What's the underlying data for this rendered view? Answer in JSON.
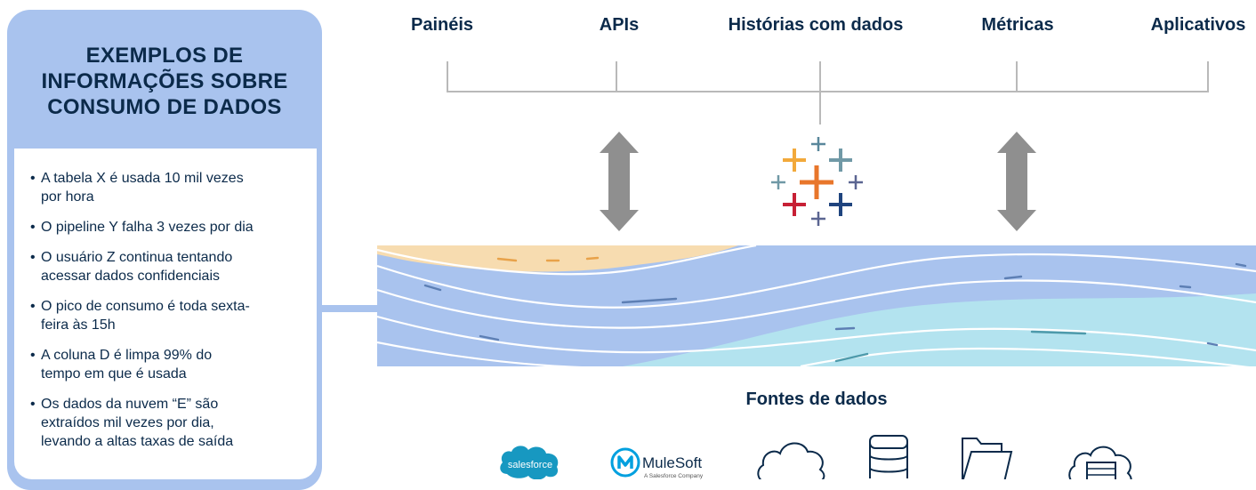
{
  "panel": {
    "title_lines": [
      "EXEMPLOS DE",
      "INFORMAÇÕES SOBRE",
      "CONSUMO DE DADOS"
    ],
    "bullets": [
      {
        "line1": "A tabela X é usada 10 mil vezes",
        "line2": "por hora"
      },
      {
        "line1": "O pipeline Y falha 3 vezes por dia",
        "line2": ""
      },
      {
        "line1": "O usuário Z continua tentando",
        "line2": "acessar dados confidenciais"
      },
      {
        "line1": "O pico de consumo é toda sexta-",
        "line2": "feira às 15h"
      },
      {
        "line1": "A coluna D é limpa 99% do",
        "line2": "tempo em que é usada"
      },
      {
        "line1": "Os dados da nuvem “E” são",
        "line2": "extraídos mil vezes por dia,",
        "line3": "levando a altas taxas de saída"
      }
    ]
  },
  "outputs": [
    "Painéis",
    "APIs",
    "Histórias com dados",
    "Métricas",
    "Aplicativos"
  ],
  "sources": {
    "label": "Fontes de dados",
    "icons": [
      "salesforce-logo",
      "mulesoft-logo",
      "cloud-icon",
      "database-icon",
      "folder-icon",
      "cloud-server-icon"
    ],
    "salesforce_text": "salesforce",
    "mulesoft_text": "MuleSoft",
    "mulesoft_sub": "A Salesforce Company"
  },
  "colors": {
    "panel": "#a9c3ee",
    "text": "#0b2a4a",
    "bracket": "#b9b9b9",
    "arrow": "#8f8f8f",
    "band_orange": "#f7dcb0",
    "band_blue": "#a9c3ee",
    "band_teal": "#b3e3ef",
    "salesforce": "#1798c1",
    "mulesoft": "#00a0df"
  }
}
